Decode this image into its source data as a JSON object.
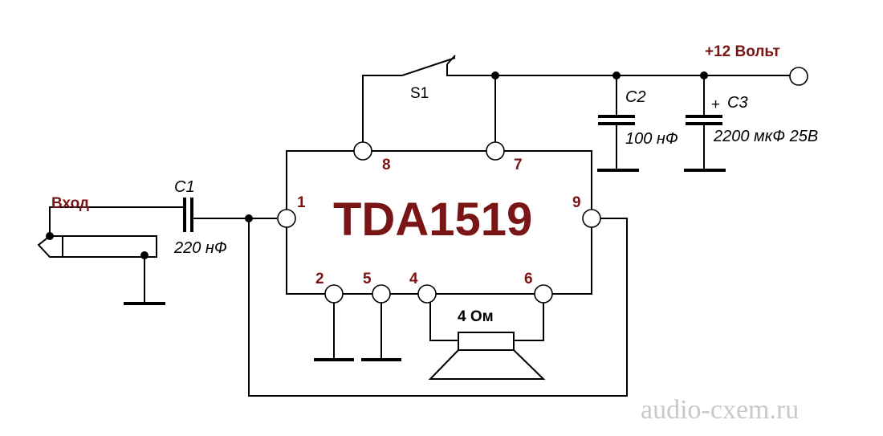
{
  "chip": {
    "name": "TDA1519"
  },
  "pins": {
    "p1": "1",
    "p2": "2",
    "p4": "4",
    "p5": "5",
    "p6": "6",
    "p7": "7",
    "p8": "8",
    "p9": "9"
  },
  "input": {
    "label": "Вход"
  },
  "power": {
    "label": "+12 Вольт"
  },
  "switch": {
    "label": "S1"
  },
  "c1": {
    "name": "C1",
    "value": "220 нФ"
  },
  "c2": {
    "name": "C2",
    "value": "100 нФ"
  },
  "c3": {
    "polarity": "+",
    "name": "C3",
    "value": "2200 мкФ 25В"
  },
  "speaker": {
    "label": "4 Ом"
  },
  "watermark": "audio-cxem.ru",
  "colors": {
    "accent": "#7a1516",
    "line": "#000000",
    "watermark": "#c9c9c9"
  }
}
